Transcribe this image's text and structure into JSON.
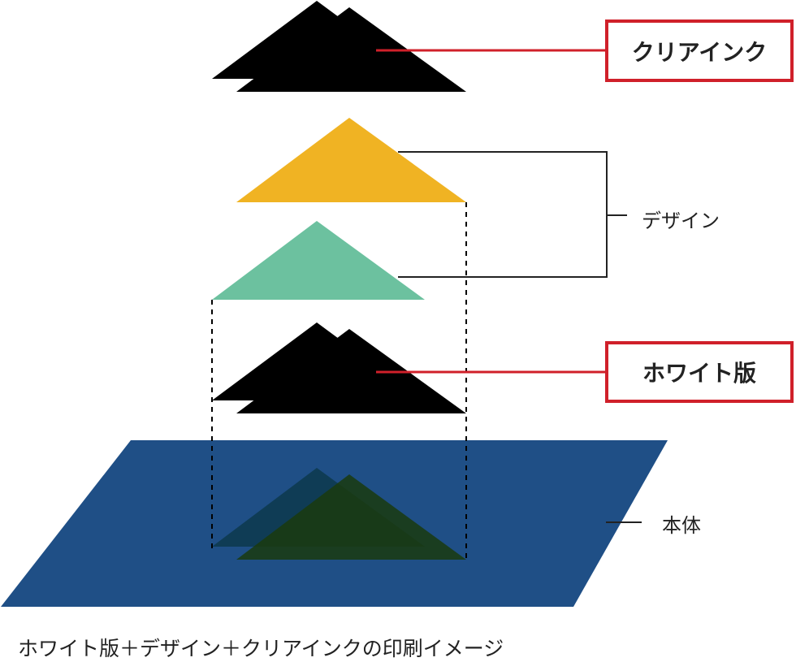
{
  "labels": {
    "clear_ink": "クリアインク",
    "white_plate": "ホワイト版",
    "design": "デザイン",
    "body": "本体"
  },
  "caption": "ホワイト版＋デザイン＋クリアインクの印刷イメージ",
  "colors": {
    "accent_red": "#d0202a",
    "body_blue": "#1f4f86",
    "design_yellow": "#f0b323",
    "design_green": "#6cc19f",
    "ink_black": "#000000"
  }
}
